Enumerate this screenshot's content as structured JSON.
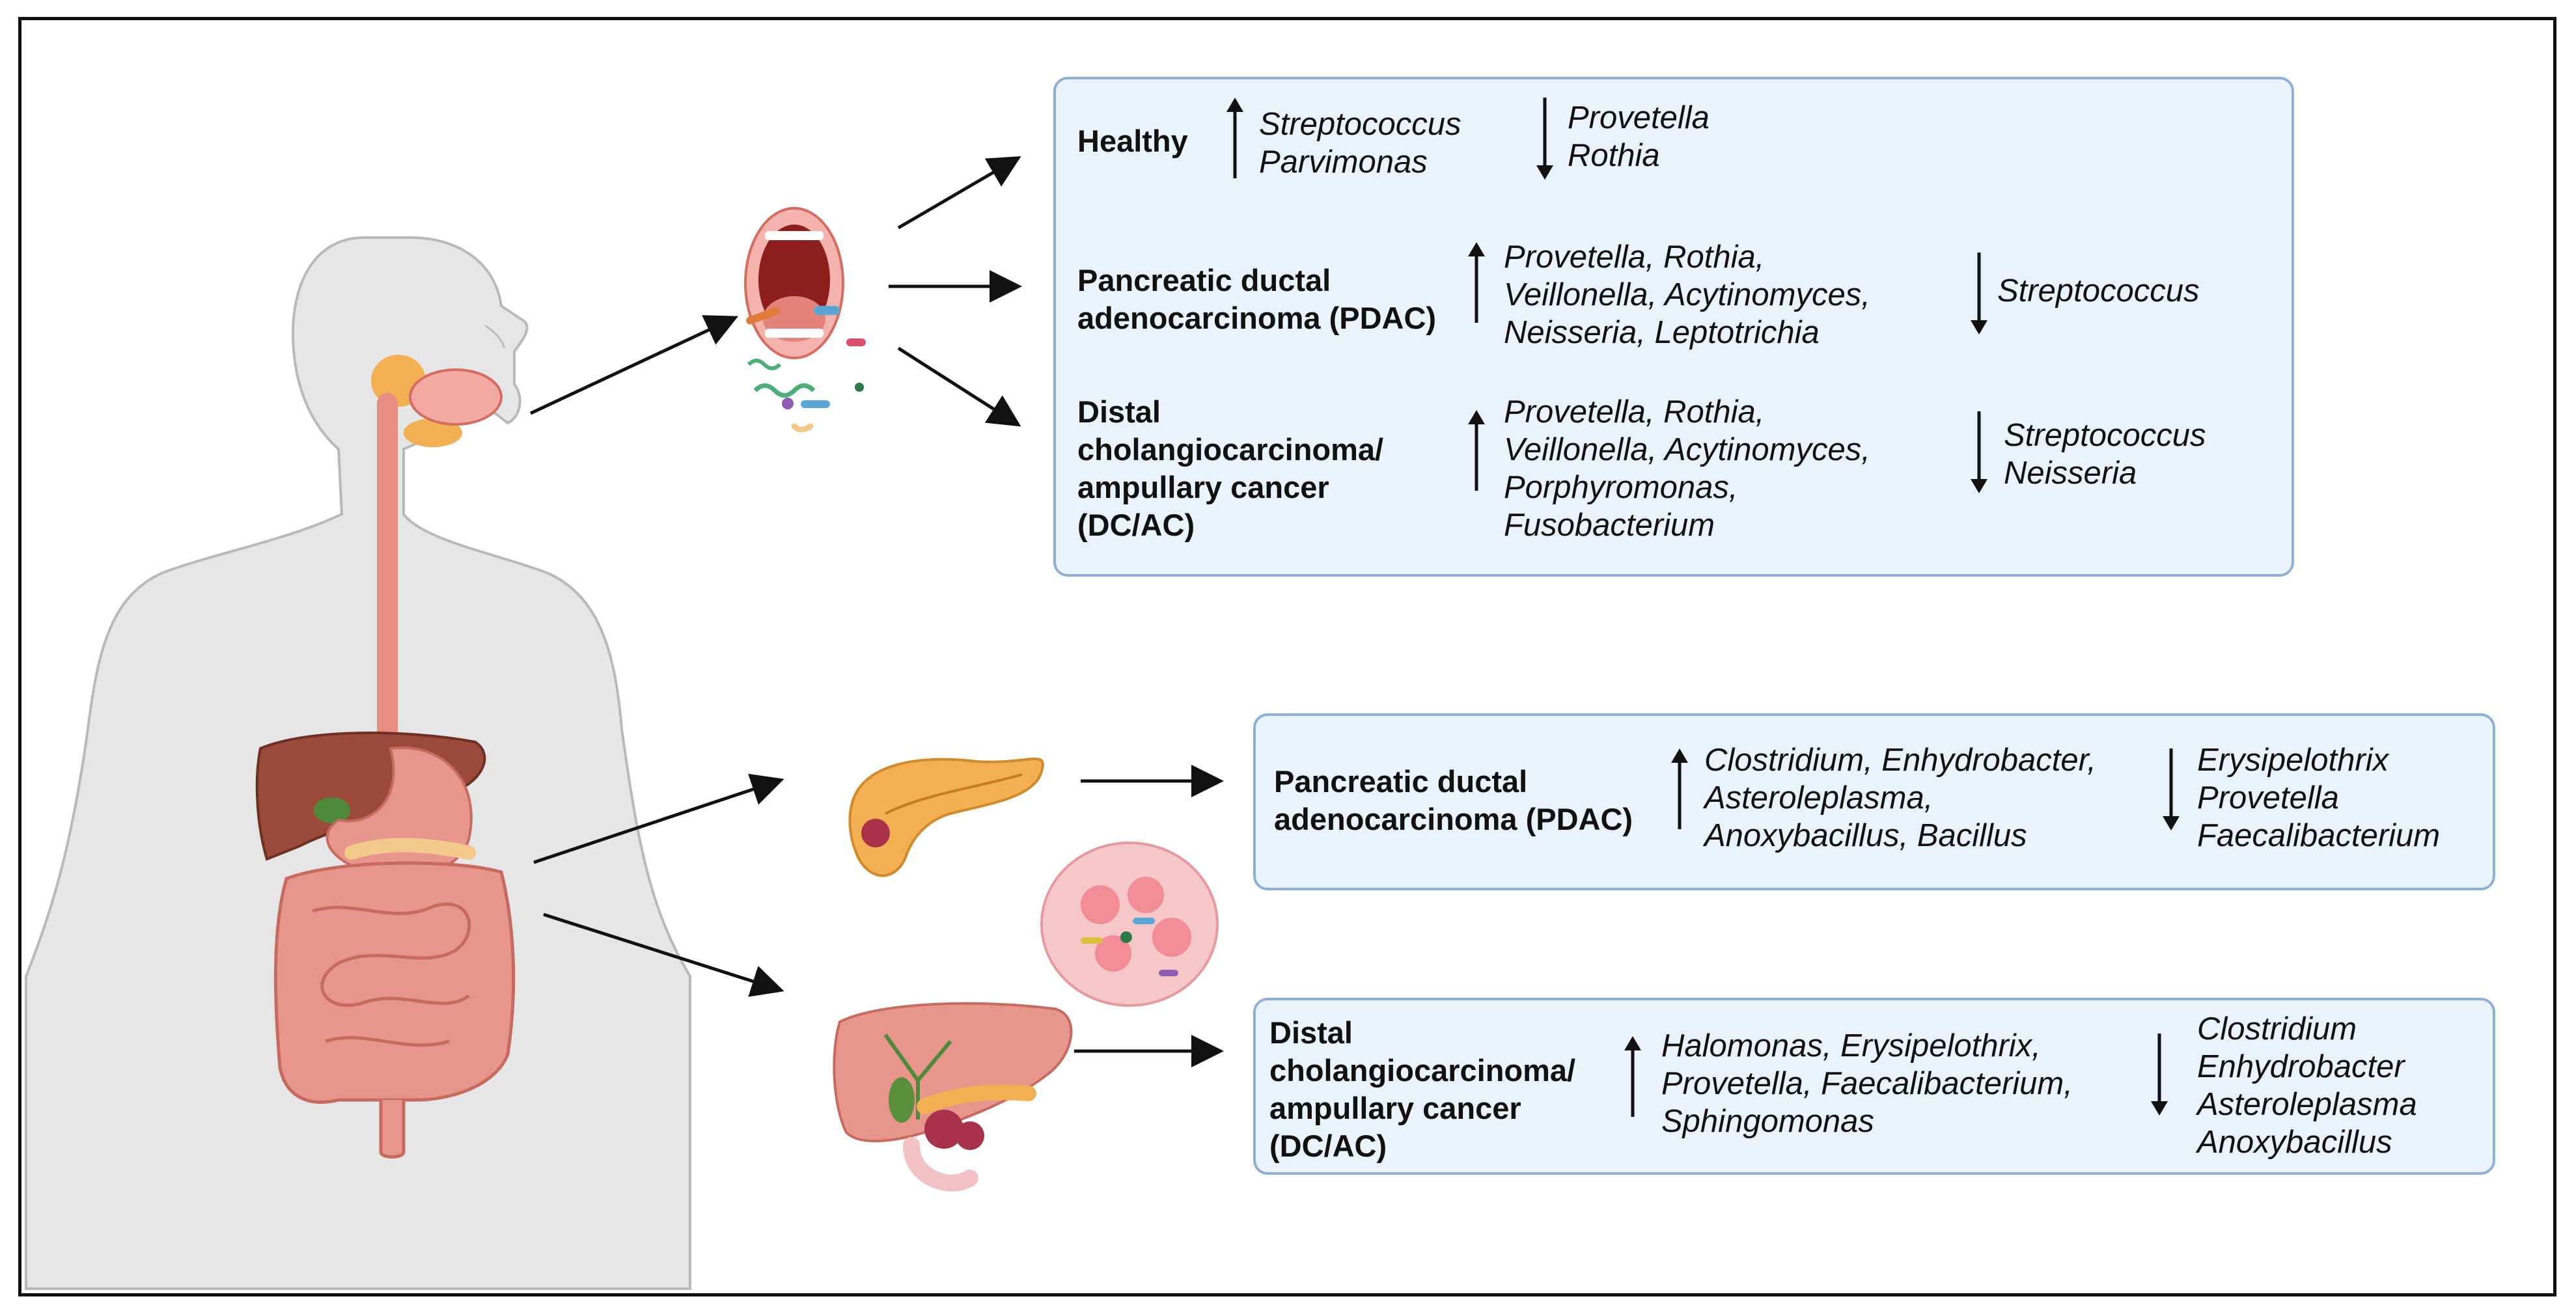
{
  "oral": {
    "healthy": {
      "label": "Healthy",
      "up": "Streptococcus\nParvimonas",
      "down": "Provetella\nRothia"
    },
    "pdac": {
      "label": "Pancreatic ductal\nadenocarcinoma (PDAC)",
      "up": "Provetella, Rothia,\nVeillonella, Acytinomyces,\nNeisseria, Leptotrichia",
      "down": "Streptococcus"
    },
    "dcac": {
      "label": "Distal\ncholangiocarcinoma/\nampullary cancer\n(DC/AC)",
      "up": "Provetella, Rothia,\nVeillonella, Acytinomyces,\nPorphyromonas,\nFusobacterium",
      "down": "Streptococcus\nNeisseria"
    }
  },
  "tissue": {
    "pdac": {
      "label": "Pancreatic ductal\nadenocarcinoma (PDAC)",
      "up": "Clostridium, Enhydrobacter,\nAsteroleplasma,\nAnoxybacillus, Bacillus",
      "down": "Erysipelothrix\nProvetella\nFaecalibacterium"
    },
    "dcac": {
      "label": "Distal\ncholangiocarcinoma/\nampullary cancer\n(DC/AC)",
      "up": "Halomonas, Erysipelothrix,\nProvetella, Faecalibacterium,\nSphingomonas",
      "down": "Clostridium\nEnhydrobacter\nAsteroleplasma\nAnoxybacillus"
    }
  },
  "colors": {
    "box_fill": "#eaf2fc",
    "box_border": "#8fb0d6",
    "skin": "#e6e6e6",
    "esophagus": "#e98c84",
    "liver": "#9b4a3a",
    "intestine": "#e8968c",
    "pancreas": "#f2b052"
  },
  "icons": [
    "human-body-icon",
    "oral-cavity-icon",
    "pancreas-icon",
    "tumor-tissue-icon",
    "liver-biliary-icon",
    "up-arrow-icon",
    "down-arrow-icon"
  ]
}
